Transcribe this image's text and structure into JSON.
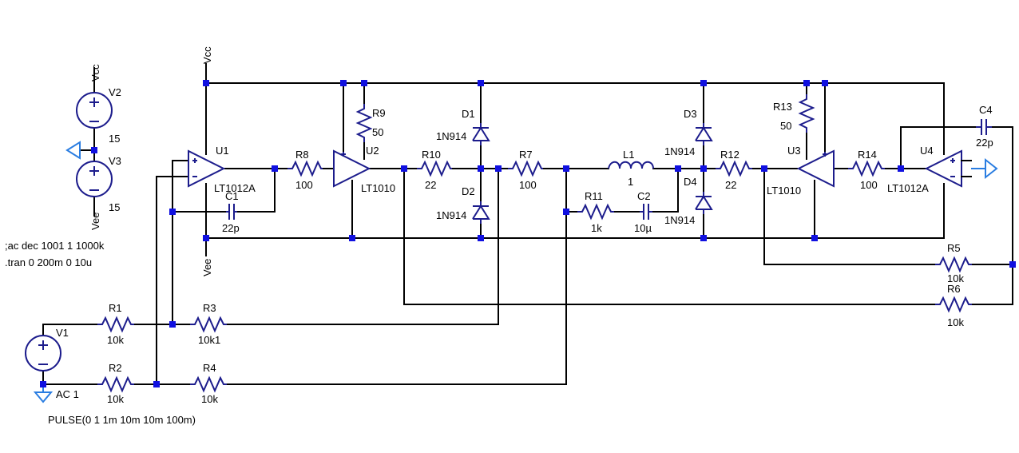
{
  "schematic": {
    "supply_rails": {
      "vcc": "Vcc",
      "vee": "Vee"
    },
    "ground_label": "AC 1",
    "pulse_spec": "PULSE(0 1 1m 10m 10m 100m)",
    "directives": [
      ";ac dec 1001 1 1000k",
      ".tran 0 200m 0 10u"
    ],
    "sources": {
      "v1": {
        "ref": "V1"
      },
      "v2": {
        "ref": "V2",
        "value": "15"
      },
      "v3": {
        "ref": "V3",
        "value": "15"
      }
    },
    "amplifiers": {
      "u1": {
        "ref": "U1",
        "part": "LT1012A"
      },
      "u2": {
        "ref": "U2",
        "part": "LT1010"
      },
      "u3": {
        "ref": "U3",
        "part": "LT1010"
      },
      "u4": {
        "ref": "U4",
        "part": "LT1012A"
      }
    },
    "resistors": {
      "r1": {
        "ref": "R1",
        "value": "10k"
      },
      "r2": {
        "ref": "R2",
        "value": "10k"
      },
      "r3": {
        "ref": "R3",
        "value": "10k1"
      },
      "r4": {
        "ref": "R4",
        "value": "10k"
      },
      "r5": {
        "ref": "R5",
        "value": "10k"
      },
      "r6": {
        "ref": "R6",
        "value": "10k"
      },
      "r7": {
        "ref": "R7",
        "value": "100"
      },
      "r8": {
        "ref": "R8",
        "value": "100"
      },
      "r9": {
        "ref": "R9",
        "value": "50"
      },
      "r10": {
        "ref": "R10",
        "value": "22"
      },
      "r11": {
        "ref": "R11",
        "value": "1k"
      },
      "r12": {
        "ref": "R12",
        "value": "22"
      },
      "r13": {
        "ref": "R13",
        "value": "50"
      },
      "r14": {
        "ref": "R14",
        "value": "100"
      }
    },
    "capacitors": {
      "c1": {
        "ref": "C1",
        "value": "22p"
      },
      "c2": {
        "ref": "C2",
        "value": "10µ"
      },
      "c4": {
        "ref": "C4",
        "value": "22p"
      }
    },
    "inductors": {
      "l1": {
        "ref": "L1",
        "value": "1"
      }
    },
    "diodes": {
      "d1": {
        "ref": "D1",
        "part": "1N914"
      },
      "d2": {
        "ref": "D2",
        "part": "1N914"
      },
      "d3": {
        "ref": "D3",
        "part": "1N914"
      },
      "d4": {
        "ref": "D4",
        "part": "1N914"
      }
    }
  }
}
